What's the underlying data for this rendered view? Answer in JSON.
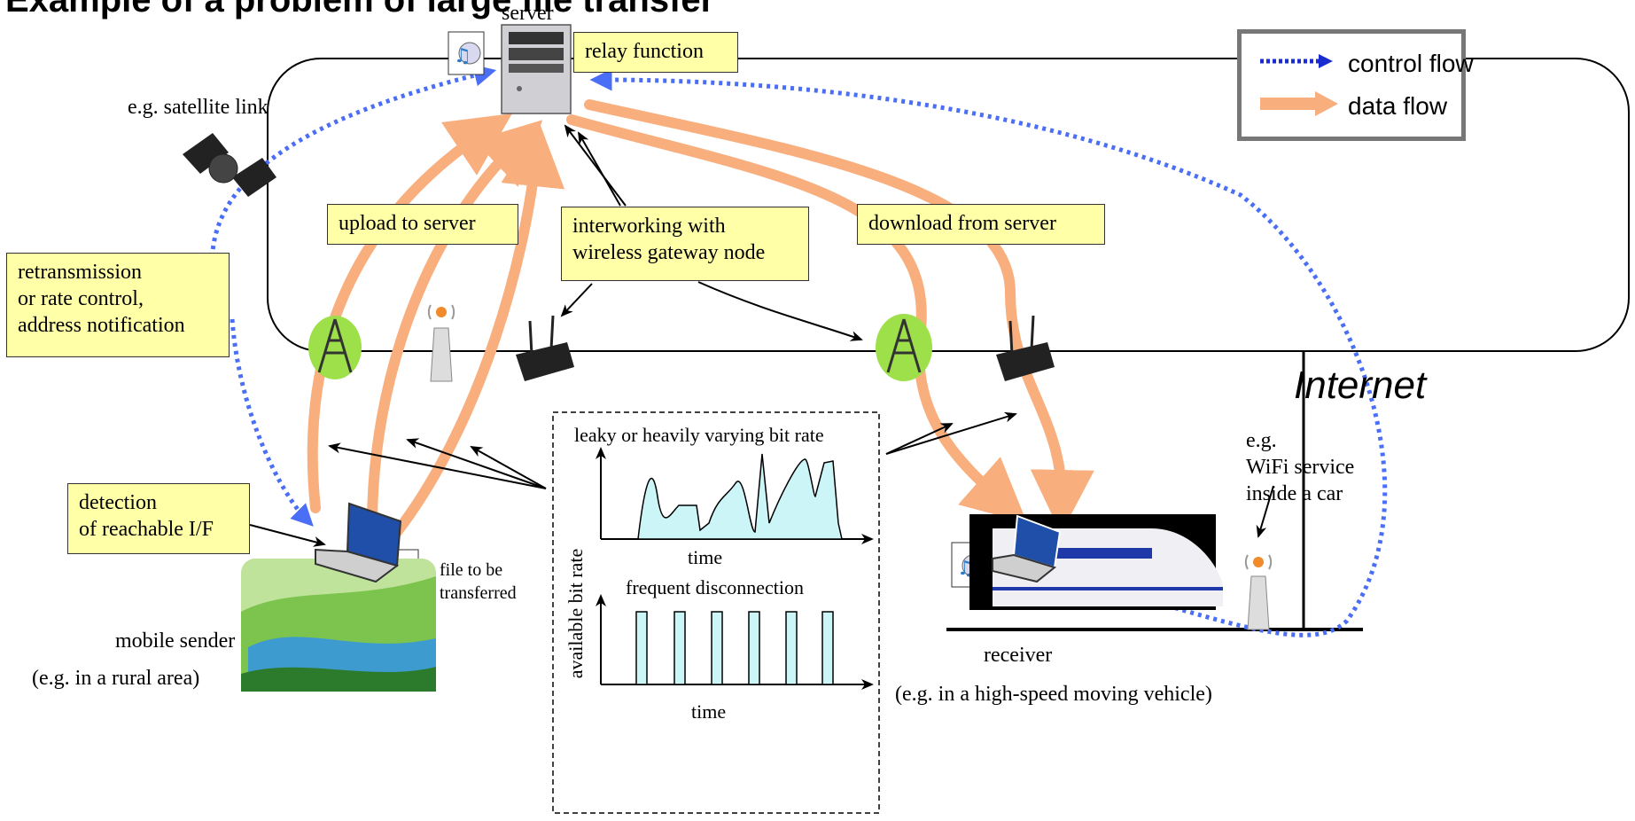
{
  "title": "Example of a problem of large file transfer",
  "labels": {
    "server": "server",
    "internet": "Internet",
    "satellite": "e.g. satellite link",
    "file": "file to be transferred",
    "sender": "mobile sender",
    "sender_note": "(e.g. in a rural area)",
    "receiver": "receiver",
    "receiver_note": "(e.g. in a high-speed moving vehicle)",
    "wifi_note": [
      "e.g.",
      "WiFi service",
      "inside a car"
    ]
  },
  "boxes": {
    "relay": "relay function",
    "upload": "upload to server",
    "interworking": [
      "interworking with",
      "wireless gateway node"
    ],
    "download": "download from server",
    "retransmission": [
      "retransmission",
      "or rate control,",
      "address notification"
    ],
    "detection": [
      "detection",
      "of reachable I/F"
    ]
  },
  "legend": {
    "control": "control flow",
    "data": "data flow"
  },
  "graphs": {
    "ylabel": "available bit rate",
    "top_title": "leaky or heavily varying bit rate",
    "top_xlabel": "time",
    "bottom_title": "frequent disconnection",
    "bottom_xlabel": "time"
  },
  "colors": {
    "data_flow": "#f9ae7d",
    "control_flow": "#4a6ef5",
    "note_box": "#ffffa8",
    "graph_fill": "#ccf5f8"
  }
}
